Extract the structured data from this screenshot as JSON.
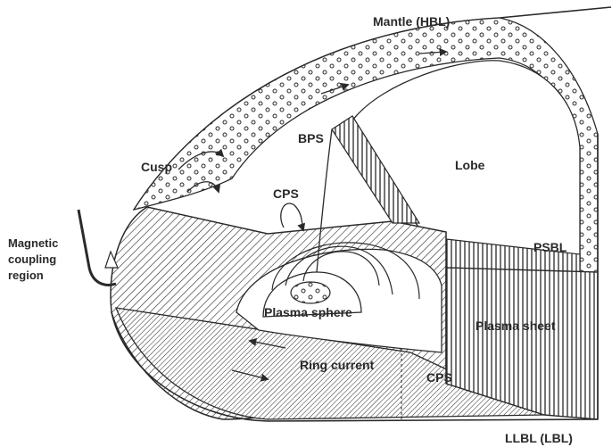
{
  "labels": {
    "mantle": "Mantle (HBL)",
    "bps": "BPS",
    "lobe": "Lobe",
    "cusp": "Cusp",
    "cps_upper": "CPS",
    "magnetic_coupling_region": [
      "Magnetic",
      "coupling",
      "region"
    ],
    "psbl": "PSBL",
    "plasma_sphere": "Plasma sphere",
    "plasma_sheet": "Plasma sheet",
    "ring_current": "Ring current",
    "cps_lower": "CPS",
    "llbl": "LLBL (LBL)"
  },
  "colors": {
    "ink": "#2a2a2a",
    "paper": "#ffffff",
    "shade": "#dcdcdc",
    "dark_band": "#555555"
  }
}
